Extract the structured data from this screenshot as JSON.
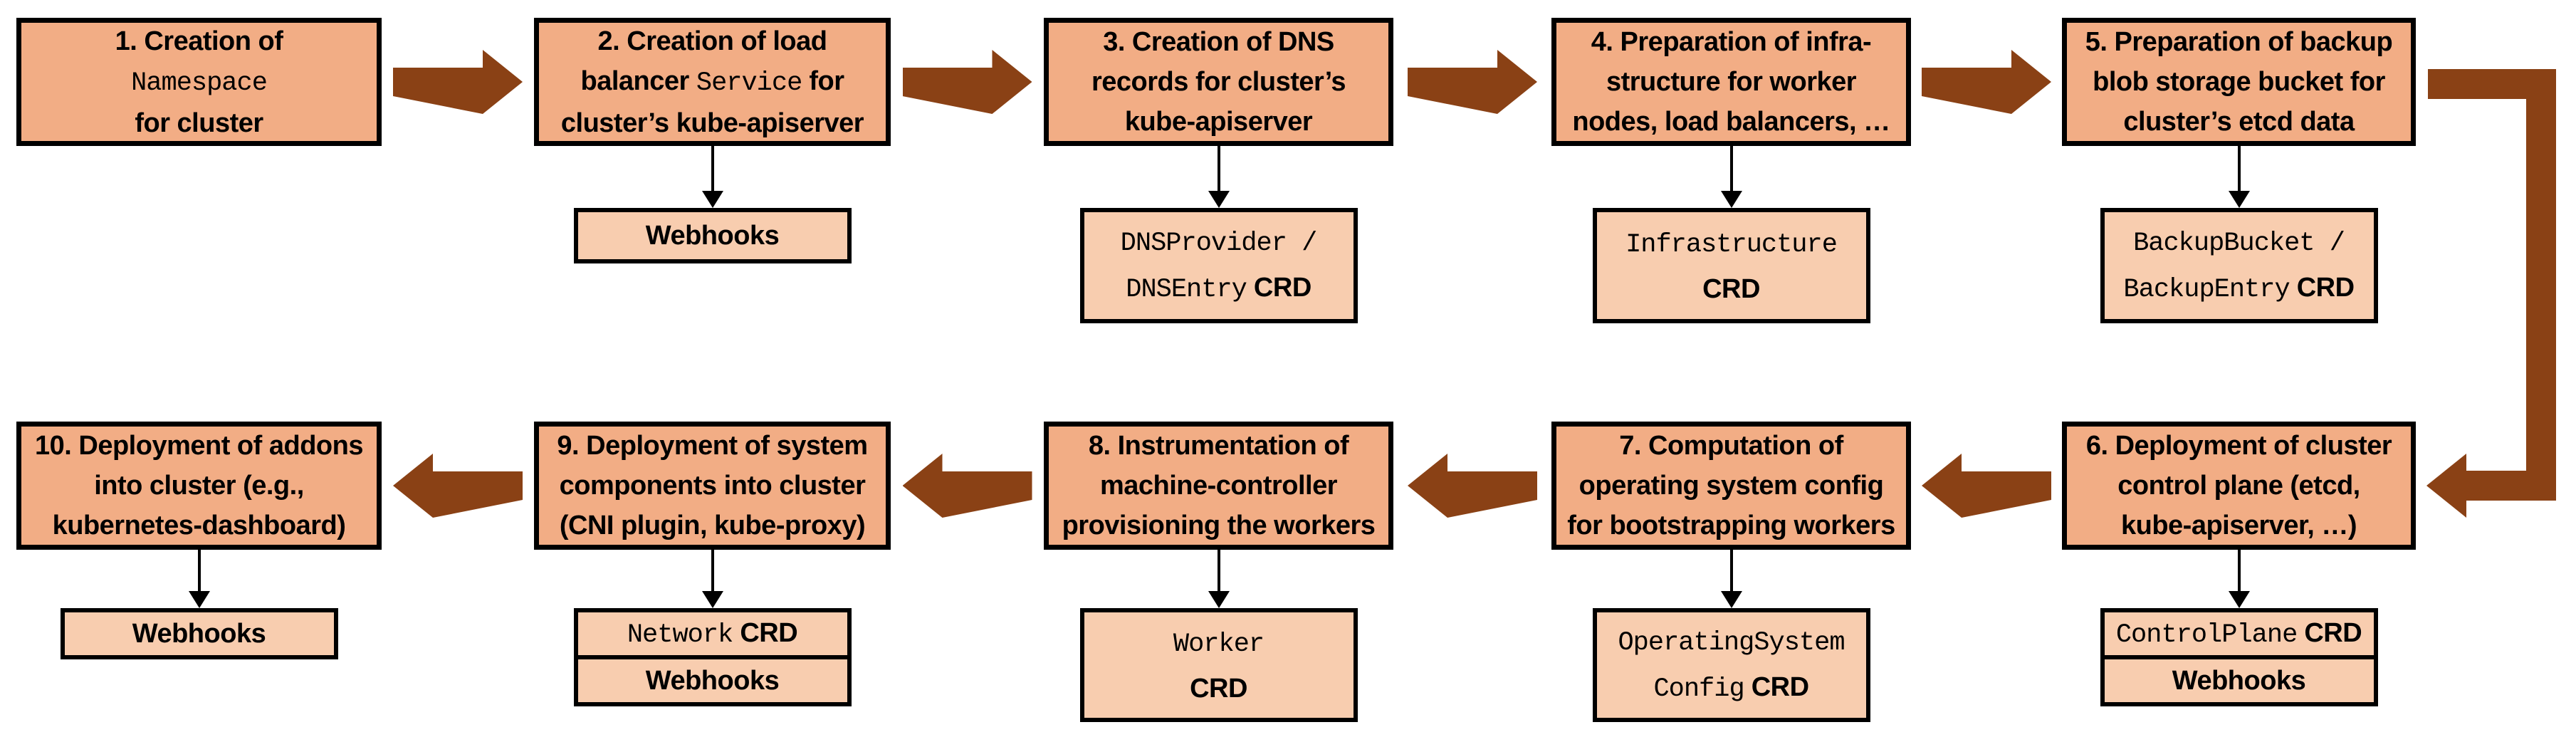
{
  "colors": {
    "box_fill": "#F2AD85",
    "sub_fill": "#F8CDAF",
    "arrow_brown": "#8A4115",
    "border": "#000000",
    "background": "#FFFFFF"
  },
  "flow": {
    "top_row_direction": "left-to-right",
    "bottom_row_direction": "right-to-left"
  },
  "steps": [
    {
      "id": 1,
      "title_lines": [
        [
          {
            "t": "1. Creation of"
          }
        ],
        [
          {
            "t": "Namespace",
            "mono": true
          }
        ],
        [
          {
            "t": "for cluster"
          }
        ]
      ],
      "subs": []
    },
    {
      "id": 2,
      "title_lines": [
        [
          {
            "t": "2. Creation of load"
          }
        ],
        [
          {
            "t": "balancer "
          },
          {
            "t": "Service",
            "mono": true
          },
          {
            "t": " for"
          }
        ],
        [
          {
            "t": "cluster’s kube-apiserver"
          }
        ]
      ],
      "subs": [
        {
          "lines": [
            [
              {
                "t": "Webhooks"
              }
            ]
          ]
        }
      ]
    },
    {
      "id": 3,
      "title_lines": [
        [
          {
            "t": "3. Creation of DNS"
          }
        ],
        [
          {
            "t": "records for cluster’s"
          }
        ],
        [
          {
            "t": "kube-apiserver"
          }
        ]
      ],
      "subs": [
        {
          "lines": [
            [
              {
                "t": "DNSProvider /",
                "mono": true
              }
            ],
            [
              {
                "t": "DNSEntry",
                "mono": true
              },
              {
                "t": " CRD"
              }
            ]
          ]
        }
      ]
    },
    {
      "id": 4,
      "title_lines": [
        [
          {
            "t": "4. Preparation of infra-"
          }
        ],
        [
          {
            "t": "structure for worker"
          }
        ],
        [
          {
            "t": "nodes, load balancers, …"
          }
        ]
      ],
      "subs": [
        {
          "lines": [
            [
              {
                "t": "Infrastructure",
                "mono": true
              }
            ],
            [
              {
                "t": "CRD"
              }
            ]
          ]
        }
      ]
    },
    {
      "id": 5,
      "title_lines": [
        [
          {
            "t": "5. Preparation of backup"
          }
        ],
        [
          {
            "t": "blob storage bucket for"
          }
        ],
        [
          {
            "t": "cluster’s etcd data"
          }
        ]
      ],
      "subs": [
        {
          "lines": [
            [
              {
                "t": "BackupBucket /",
                "mono": true
              }
            ],
            [
              {
                "t": "BackupEntry",
                "mono": true
              },
              {
                "t": " CRD"
              }
            ]
          ]
        }
      ]
    },
    {
      "id": 6,
      "title_lines": [
        [
          {
            "t": "6. Deployment of cluster"
          }
        ],
        [
          {
            "t": "control plane (etcd,"
          }
        ],
        [
          {
            "t": "kube-apiserver, …)"
          }
        ]
      ],
      "subs": [
        {
          "lines": [
            [
              {
                "t": "ControlPlane",
                "mono": true
              },
              {
                "t": " CRD"
              }
            ]
          ]
        },
        {
          "lines": [
            [
              {
                "t": "Webhooks"
              }
            ]
          ]
        }
      ]
    },
    {
      "id": 7,
      "title_lines": [
        [
          {
            "t": "7. Computation of"
          }
        ],
        [
          {
            "t": "operating system config"
          }
        ],
        [
          {
            "t": "for bootstrapping workers"
          }
        ]
      ],
      "subs": [
        {
          "lines": [
            [
              {
                "t": "OperatingSystem",
                "mono": true
              }
            ],
            [
              {
                "t": "Config",
                "mono": true
              },
              {
                "t": " CRD"
              }
            ]
          ]
        }
      ]
    },
    {
      "id": 8,
      "title_lines": [
        [
          {
            "t": "8. Instrumentation of"
          }
        ],
        [
          {
            "t": "machine-controller"
          }
        ],
        [
          {
            "t": "provisioning the workers"
          }
        ]
      ],
      "subs": [
        {
          "lines": [
            [
              {
                "t": "Worker",
                "mono": true
              }
            ],
            [
              {
                "t": "CRD"
              }
            ]
          ]
        }
      ]
    },
    {
      "id": 9,
      "title_lines": [
        [
          {
            "t": "9. Deployment of system"
          }
        ],
        [
          {
            "t": "components into cluster"
          }
        ],
        [
          {
            "t": "(CNI plugin, kube-proxy)"
          }
        ]
      ],
      "subs": [
        {
          "lines": [
            [
              {
                "t": "Network",
                "mono": true
              },
              {
                "t": " CRD"
              }
            ]
          ]
        },
        {
          "lines": [
            [
              {
                "t": "Webhooks"
              }
            ]
          ]
        }
      ]
    },
    {
      "id": 10,
      "title_lines": [
        [
          {
            "t": "10. Deployment of addons"
          }
        ],
        [
          {
            "t": "into cluster (e.g.,"
          }
        ],
        [
          {
            "t": "kubernetes-dashboard)"
          }
        ]
      ],
      "subs": [
        {
          "lines": [
            [
              {
                "t": "Webhooks"
              }
            ]
          ]
        }
      ]
    }
  ]
}
